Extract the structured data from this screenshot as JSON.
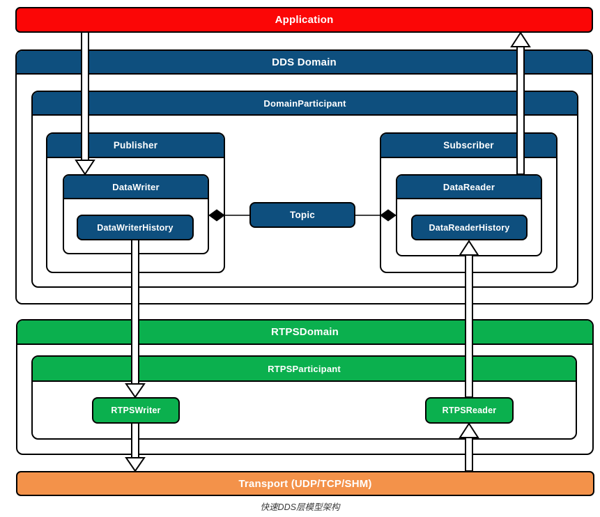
{
  "diagram": {
    "caption": "快速DDS层模型架构",
    "nodes": {
      "application": "Application",
      "dds_domain": "DDS Domain",
      "domain_participant": "DomainParticipant",
      "publisher": "Publisher",
      "subscriber": "Subscriber",
      "data_writer": "DataWriter",
      "data_writer_history": "DataWriterHistory",
      "data_reader": "DataReader",
      "data_reader_history": "DataReaderHistory",
      "topic": "Topic",
      "rtps_domain": "RTPSDomain",
      "rtps_participant": "RTPSParticipant",
      "rtps_writer": "RTPSWriter",
      "rtps_reader": "RTPSReader",
      "transport": "Transport (UDP/TCP/SHM)"
    },
    "colors": {
      "application_red": "#FB0606",
      "dds_blue": "#0E4F7E",
      "rtps_green": "#0BB04E",
      "transport_orange": "#F3924A",
      "border_black": "#000000"
    },
    "edges": [
      {
        "from": "Application",
        "to": "DataWriter",
        "type": "hollow-arrow-down"
      },
      {
        "from": "DataReader",
        "to": "Application",
        "type": "hollow-arrow-up"
      },
      {
        "from": "DataWriterHistory",
        "to": "RTPSWriter",
        "type": "hollow-arrow-down"
      },
      {
        "from": "RTPSWriter",
        "to": "Transport (UDP/TCP/SHM)",
        "type": "hollow-arrow-down"
      },
      {
        "from": "Transport (UDP/TCP/SHM)",
        "to": "RTPSReader",
        "type": "hollow-arrow-up"
      },
      {
        "from": "RTPSReader",
        "to": "DataReaderHistory",
        "type": "hollow-arrow-up"
      },
      {
        "from": "DataWriter",
        "to": "Topic",
        "type": "composition-diamond"
      },
      {
        "from": "DataReader",
        "to": "Topic",
        "type": "composition-diamond"
      }
    ]
  }
}
